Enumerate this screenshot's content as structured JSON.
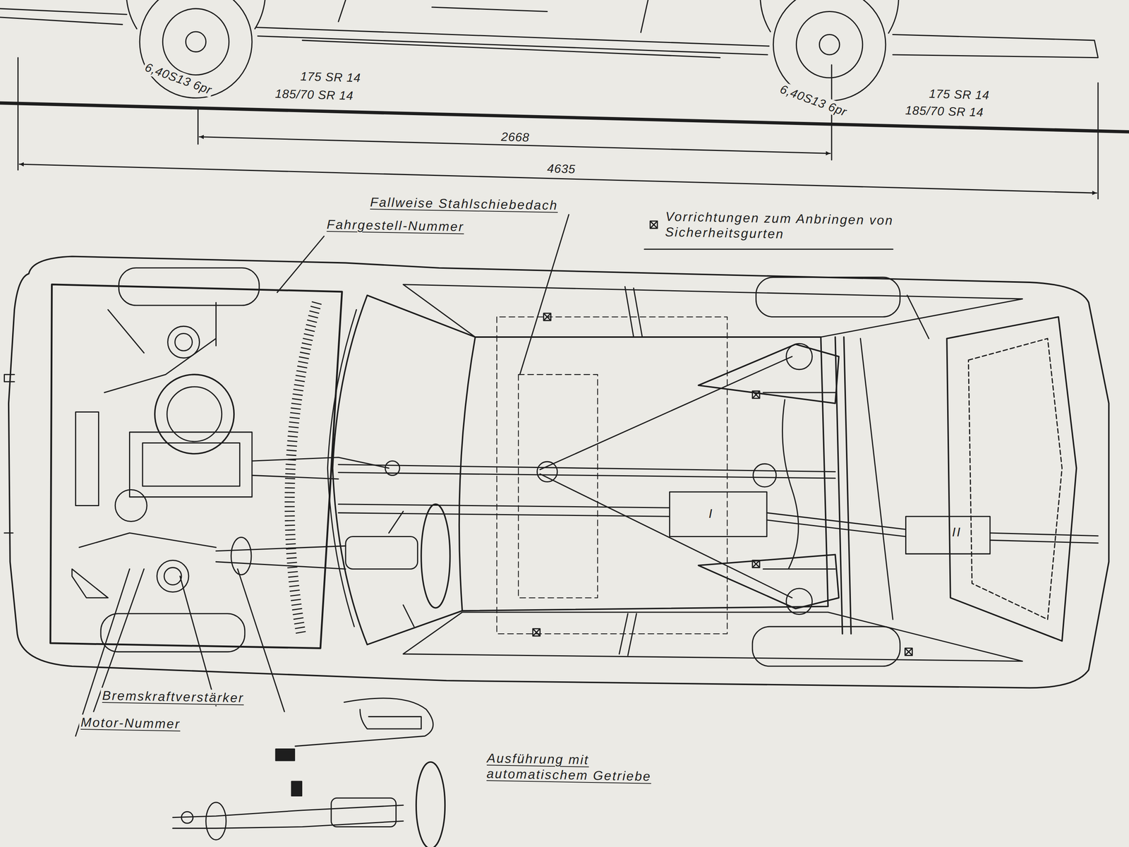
{
  "diagram": {
    "labels": [
      "6,40S13 6pr",
      "175 SR 14",
      "185/70 SR 14",
      "6,40S13 6pr",
      "175 SR 14",
      "185/70 SR 14",
      "2668",
      "4635",
      "Fallweise Stahlschiebedach",
      "Fahrgestell-Nummer",
      "Vorrichtungen zum Anbringen von Sicherheitsgurten",
      "I",
      "II",
      "Bremskraftverstärker",
      "Motor-Nummer",
      "Ausführung mit automatischem Getriebe"
    ]
  }
}
